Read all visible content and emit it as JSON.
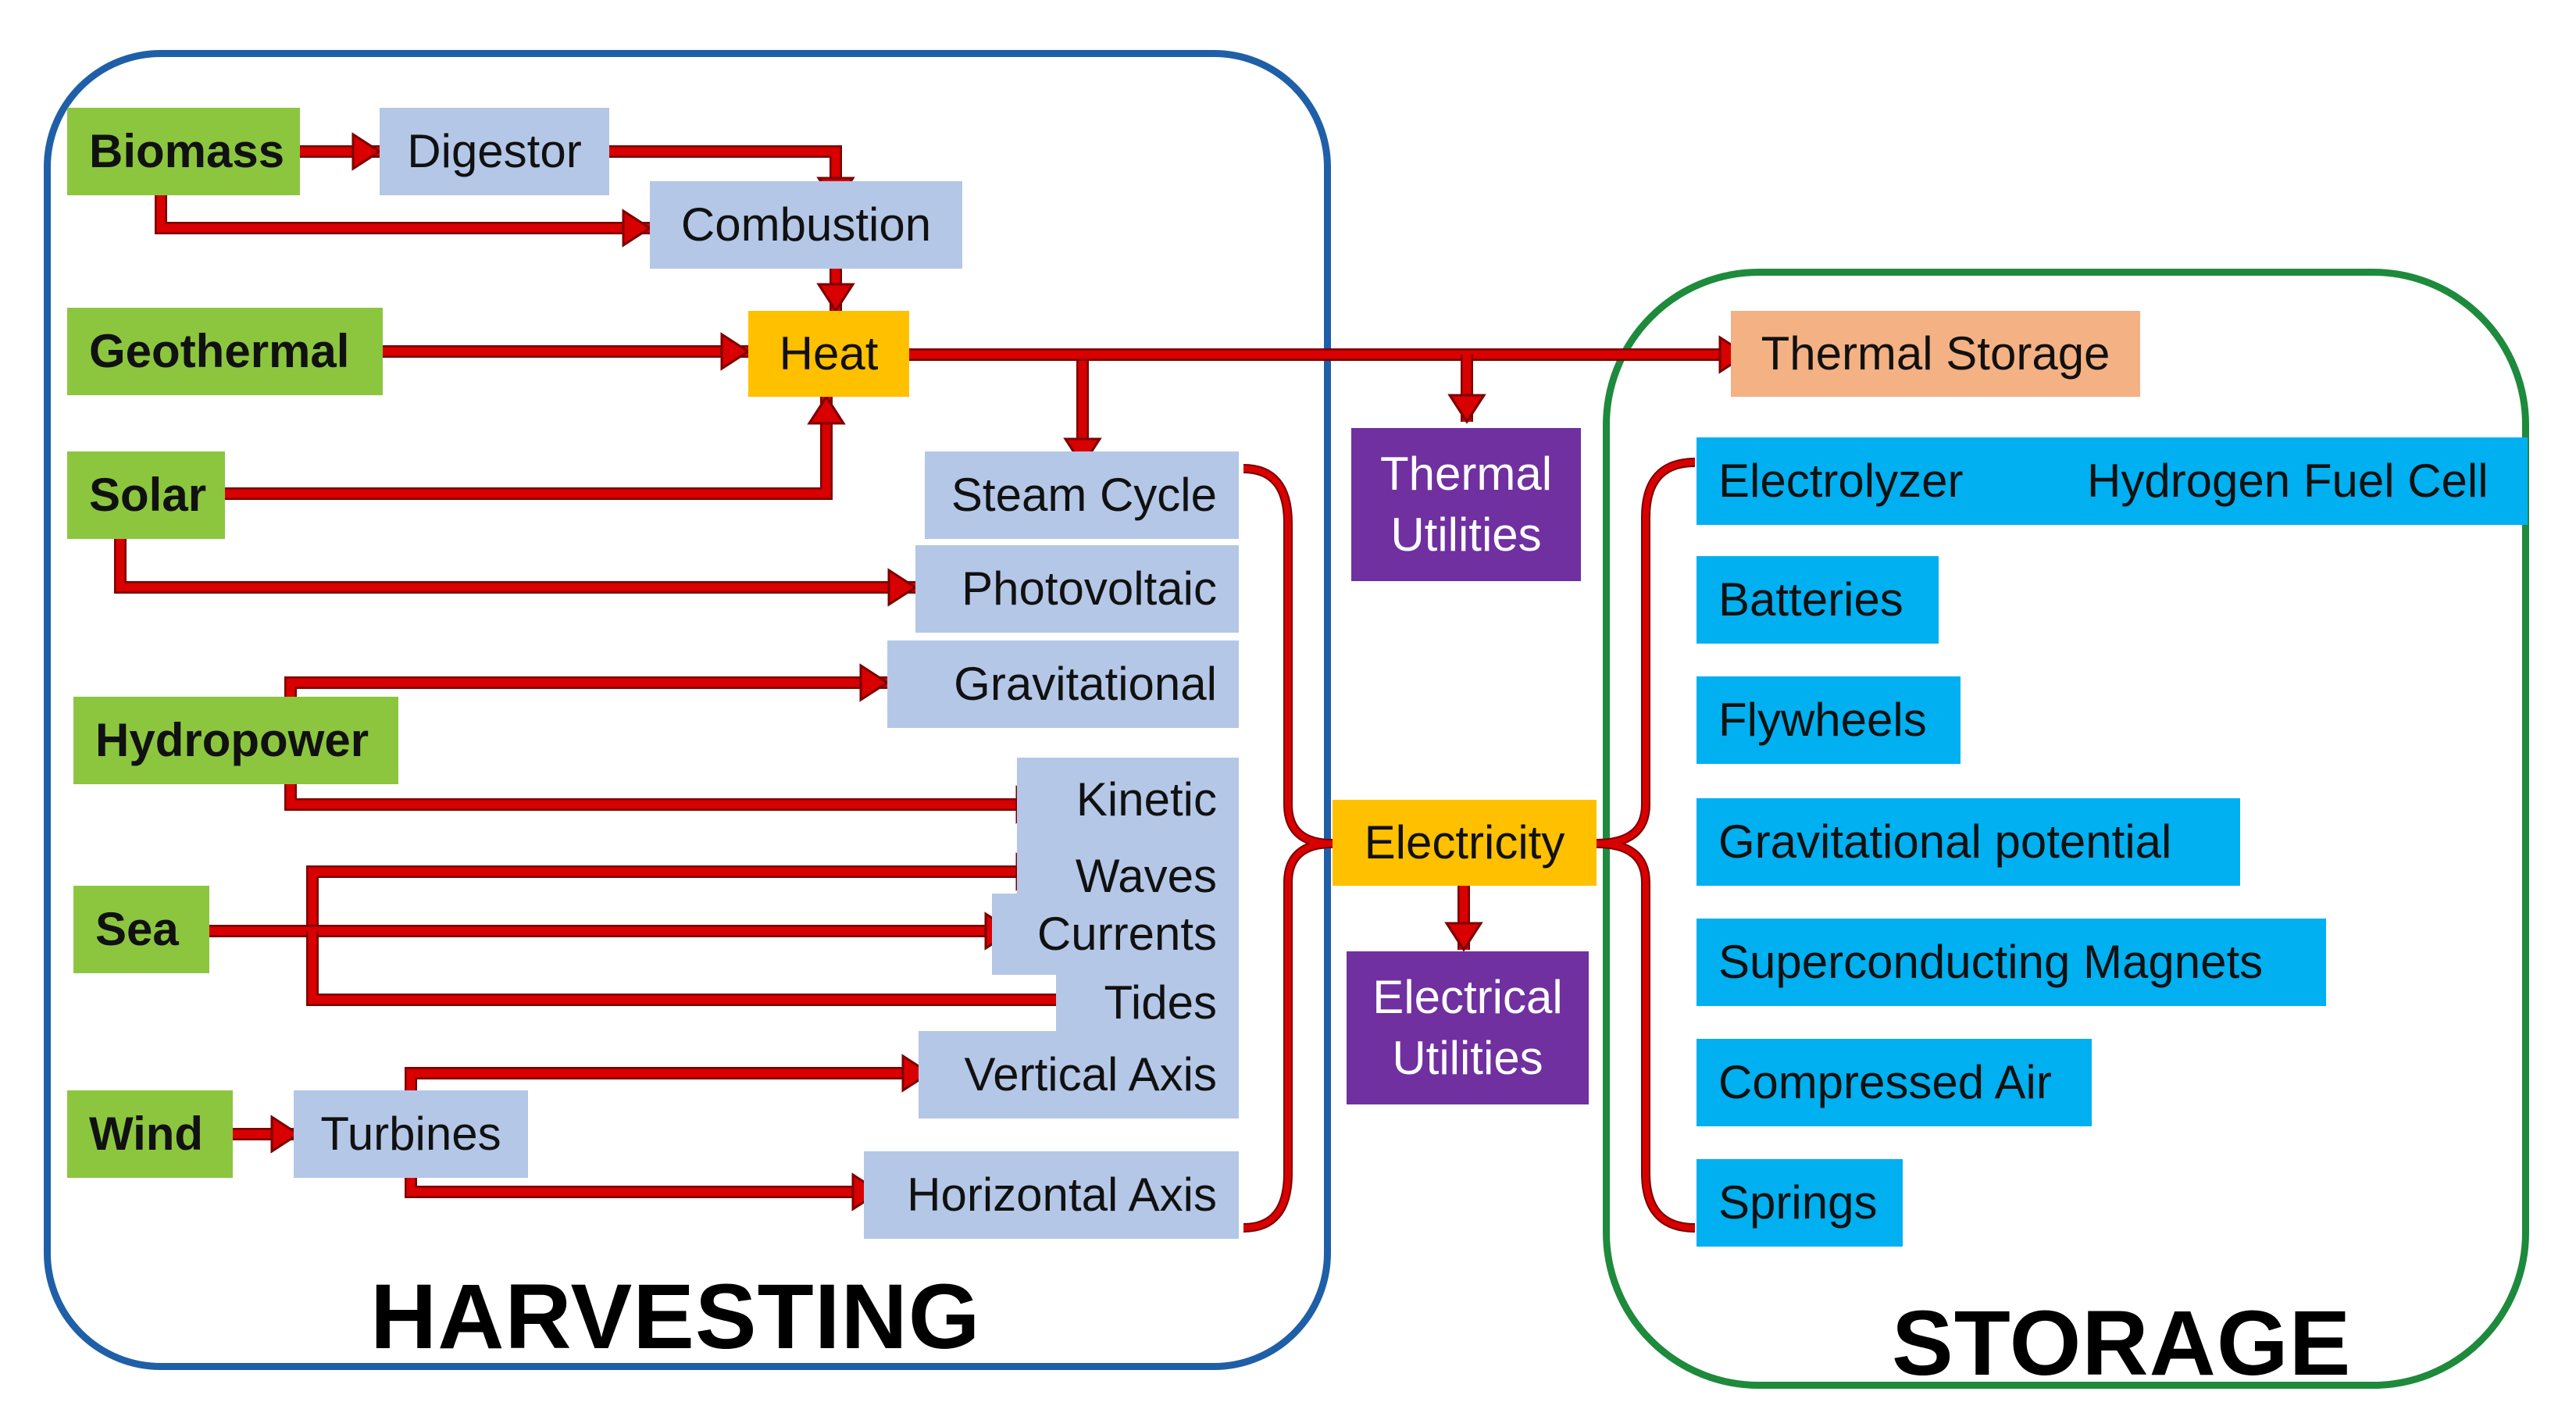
{
  "sections": {
    "harvesting": "HARVESTING",
    "storage": "STORAGE"
  },
  "sources": {
    "biomass": "Biomass",
    "geothermal": "Geothermal",
    "solar": "Solar",
    "hydropower": "Hydropower",
    "sea": "Sea",
    "wind": "Wind"
  },
  "processes": {
    "digestor": "Digestor",
    "combustion": "Combustion",
    "steam_cycle": "Steam Cycle",
    "photovoltaic": "Photovoltaic",
    "gravitational": "Gravitational",
    "kinetic": "Kinetic",
    "waves": "Waves",
    "currents": "Currents",
    "tides": "Tides",
    "turbines": "Turbines",
    "vertical_axis": "Vertical Axis",
    "horizontal_axis": "Horizontal Axis"
  },
  "hubs": {
    "heat": "Heat",
    "electricity": "Electricity"
  },
  "utilities": {
    "thermal": [
      "Thermal",
      "Utilities"
    ],
    "electrical": [
      "Electrical",
      "Utilities"
    ]
  },
  "thermal_storage": "Thermal Storage",
  "storage_items": {
    "electrolyzer": "Electrolyzer",
    "fuel_cell": "Hydrogen Fuel Cell",
    "batteries": "Batteries",
    "flywheels": "Flywheels",
    "gravitational_potential": "Gravitational potential",
    "superconducting_magnets": "Superconducting Magnets",
    "compressed_air": "Compressed Air",
    "springs": "Springs"
  },
  "colors": {
    "arrow": "#d80000",
    "arrow_edge": "#7a0000",
    "source": "#8cc63f",
    "process": "#b4c7e7",
    "hub": "#ffc000",
    "utility": "#7030a0",
    "thermal_storage": "#f4b183",
    "storage": "#00b0f0",
    "harvesting_frame": "#1f5fa8",
    "storage_frame": "#1e8a3c"
  }
}
